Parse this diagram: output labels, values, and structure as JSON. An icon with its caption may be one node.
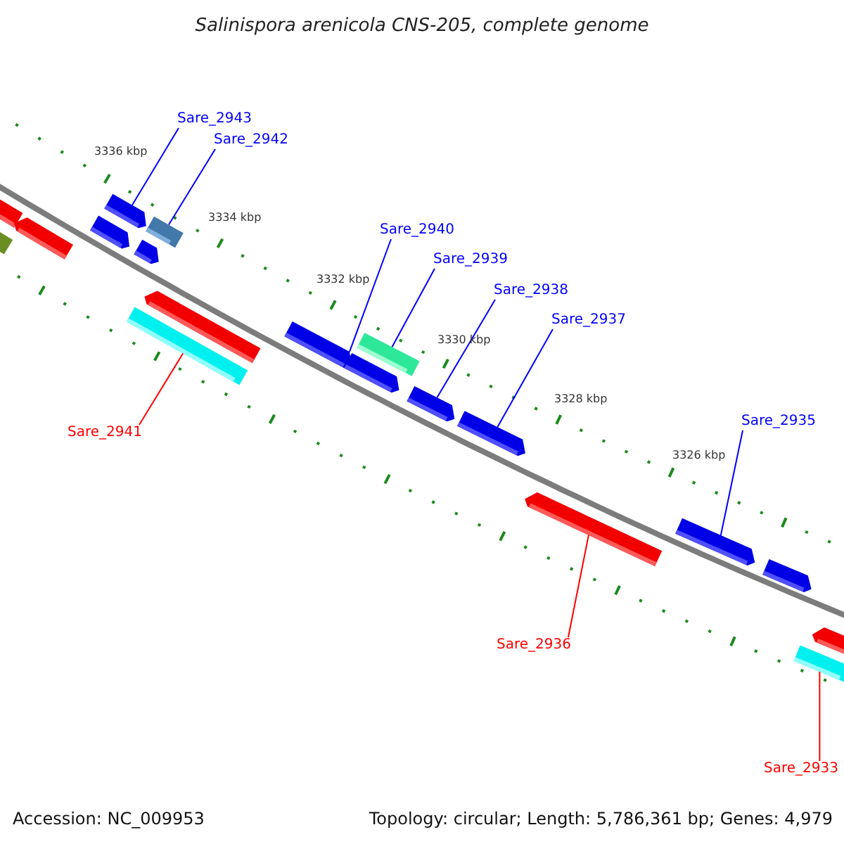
{
  "diagram": {
    "title": "Salinispora arenicola CNS-205, complete genome",
    "nodes": [
      {
        "text": [
          "Sare_2943"
        ]
      },
      {
        "text": [
          "Sare_2942"
        ]
      },
      {
        "text": [
          "Sare_2940"
        ]
      },
      {
        "text": [
          "Sare_2939"
        ]
      },
      {
        "text": [
          "Sare_2938"
        ]
      },
      {
        "text": [
          "Sare_2937"
        ]
      },
      {
        "text": [
          "Sare_2935"
        ]
      },
      {
        "text": [
          "Sare_2941"
        ]
      },
      {
        "text": [
          "Sare_2936"
        ]
      },
      {
        "text": [
          "Sare_2933"
        ]
      },
      {
        "text": [],
        "shape": "bar"
      },
      {
        "text": [],
        "shape": "bar"
      },
      {
        "text": [],
        "shape": "bar"
      },
      {
        "text": [],
        "shape": "bar"
      },
      {
        "text": [],
        "shape": "bar"
      },
      {
        "text": [],
        "shape": "bar"
      },
      {
        "text": [],
        "shape": "bar"
      },
      {
        "text": [],
        "shape": "bar"
      },
      {
        "text": [],
        "shape": "bar"
      },
      {
        "text": [],
        "shape": "bar"
      },
      {
        "text": [],
        "shape": "bar"
      },
      {
        "text": [],
        "shape": "bar"
      },
      {
        "text": [],
        "shape": "bar"
      },
      {
        "text": [],
        "shape": "bar"
      },
      {
        "text": [],
        "shape": "bar"
      },
      {
        "text": [],
        "shape": "bar"
      },
      {
        "text": [],
        "shape": "bar"
      },
      {
        "text": [],
        "shape": "bar"
      },
      {
        "text": [],
        "shape": "bar"
      }
    ],
    "edges": [
      {
        "from": 0,
        "to": 13,
        "arrow": "none"
      },
      {
        "from": 1,
        "to": 15,
        "arrow": "none"
      },
      {
        "from": 2,
        "to": 19,
        "arrow": "none"
      },
      {
        "from": 3,
        "to": 20,
        "arrow": "none"
      },
      {
        "from": 4,
        "to": 22,
        "arrow": "none"
      },
      {
        "from": 5,
        "to": 23,
        "arrow": "none"
      },
      {
        "from": 6,
        "to": 25,
        "arrow": "none"
      },
      {
        "from": 7,
        "to": 17,
        "arrow": "none",
        "color": "#ff0000"
      },
      {
        "from": 8,
        "to": 24,
        "arrow": "none",
        "color": "#ff0000"
      },
      {
        "from": 9,
        "to": 28,
        "arrow": "none",
        "color": "#ff0000"
      }
    ],
    "labels": [
      "3336 kbp",
      "3334 kbp",
      "3332 kbp",
      "3330 kbp",
      "3328 kbp",
      "3326 kbp",
      "Accession: NC_009953",
      "Topology: circular; Length: 5,786,361 bp; Genes: 4,979"
    ]
  }
}
